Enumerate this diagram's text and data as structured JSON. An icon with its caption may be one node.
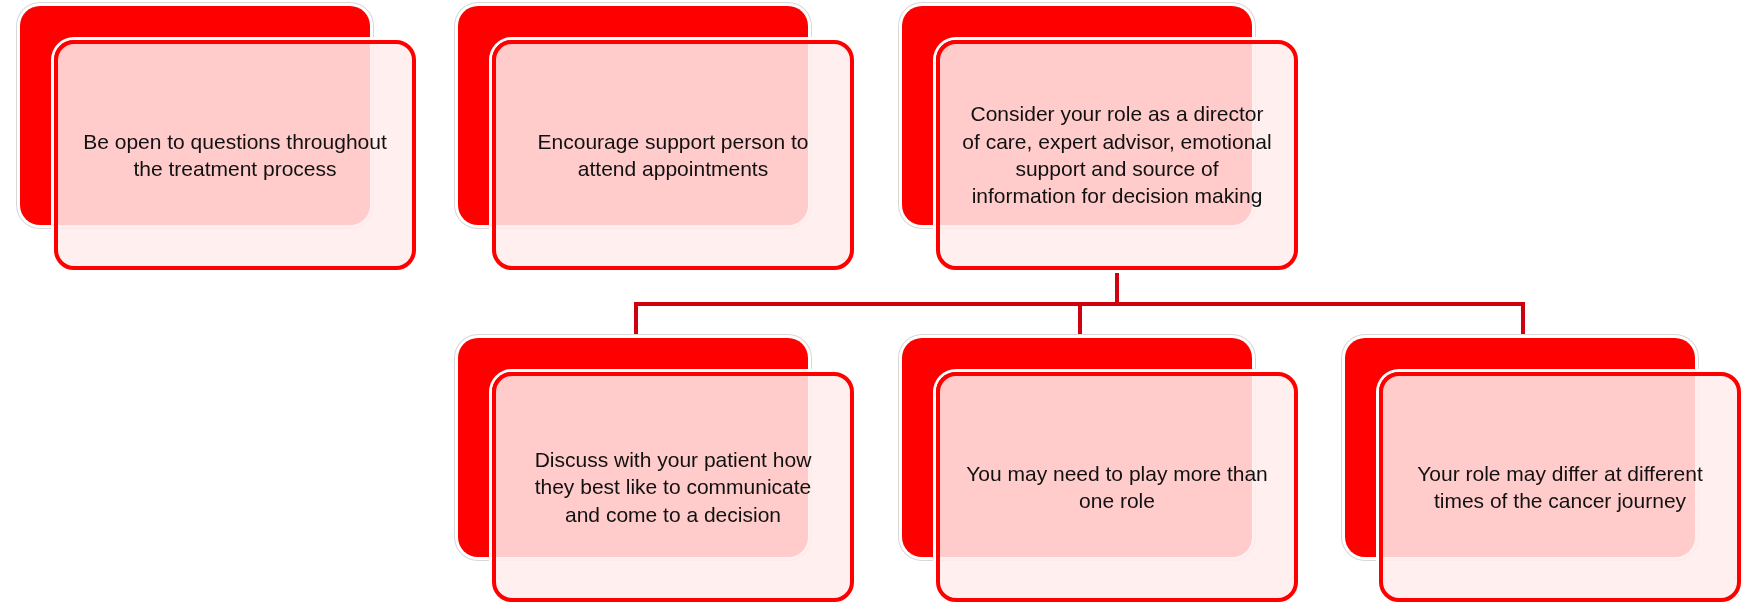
{
  "diagram": {
    "nodes": [
      {
        "text": [
          "Be open to questions throughout the treatment process"
        ]
      },
      {
        "text": [
          "Encourage support person to attend appointments"
        ]
      },
      {
        "text": [
          "Consider your role as a director of care, expert advisor, emotional support and source of information for decision making"
        ]
      },
      {
        "text": [
          "Discuss with your patient how they best like to communicate and come to a decision"
        ]
      },
      {
        "text": [
          "You may need to play more than one role"
        ]
      },
      {
        "text": [
          "Your role may differ at different times of the cancer journey"
        ]
      }
    ],
    "edges": [
      {
        "from": 2,
        "to": 3,
        "arrow": "none"
      },
      {
        "from": 2,
        "to": 4,
        "arrow": "none"
      },
      {
        "from": 2,
        "to": 5,
        "arrow": "none"
      }
    ]
  }
}
